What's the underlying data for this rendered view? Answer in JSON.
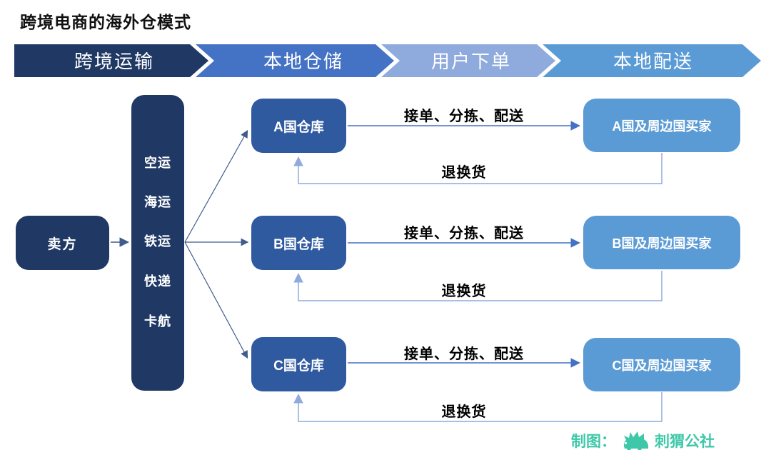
{
  "title": "跨境电商的海外仓模式",
  "banner": {
    "stages": [
      {
        "label": "跨境运输",
        "color": "#1F3864"
      },
      {
        "label": "本地仓储",
        "color": "#4472C4"
      },
      {
        "label": "用户下单",
        "color": "#8FAADC"
      },
      {
        "label": "本地配送",
        "color": "#5B9BD5"
      }
    ]
  },
  "seller": {
    "label": "卖方"
  },
  "transport": {
    "items": [
      "空运",
      "海运",
      "铁运",
      "快递",
      "卡航"
    ]
  },
  "rows": [
    {
      "warehouse": "A国仓库",
      "buyer": "A国及周边国买家",
      "forward_label": "接单、分拣、配送",
      "return_label": "退换货"
    },
    {
      "warehouse": "B国仓库",
      "buyer": "B国及周边国买家",
      "forward_label": "接单、分拣、配送",
      "return_label": "退换货"
    },
    {
      "warehouse": "C国仓库",
      "buyer": "C国及周边国买家",
      "forward_label": "接单、分拣、配送",
      "return_label": "退换货"
    }
  ],
  "credit": {
    "prefix": "制图：",
    "name": "刺猬公社",
    "icon": "hedgehog-icon",
    "color": "#3EC8A9"
  },
  "colors": {
    "navy": "#1F3864",
    "warehouse_blue": "#2F5AA0",
    "buyer_blue": "#5B9BD5",
    "forward_arrow": "#4472C4",
    "return_arrow": "#8FAADC",
    "connector": "#3F5C8C",
    "credit_teal": "#3EC8A9"
  }
}
